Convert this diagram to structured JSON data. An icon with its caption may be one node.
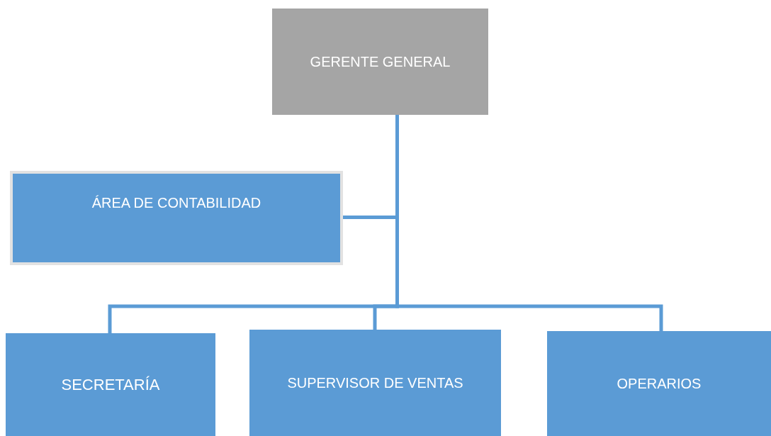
{
  "diagram": {
    "nodes": [
      {
        "text": [
          "GERENTE GENERAL"
        ]
      },
      {
        "text": [
          "ÁREA DE CONTABILIDAD"
        ]
      },
      {
        "text": [
          "SECRETARÍA"
        ]
      },
      {
        "text": [
          "SUPERVISOR DE VENTAS"
        ]
      },
      {
        "text": [
          "OPERARIOS"
        ]
      }
    ],
    "edges": [
      {
        "from": 0,
        "to": 1,
        "arrow": "none"
      },
      {
        "from": 0,
        "to": 2,
        "arrow": "none"
      },
      {
        "from": 0,
        "to": 3,
        "arrow": "none"
      },
      {
        "from": 0,
        "to": 4,
        "arrow": "none"
      }
    ]
  }
}
